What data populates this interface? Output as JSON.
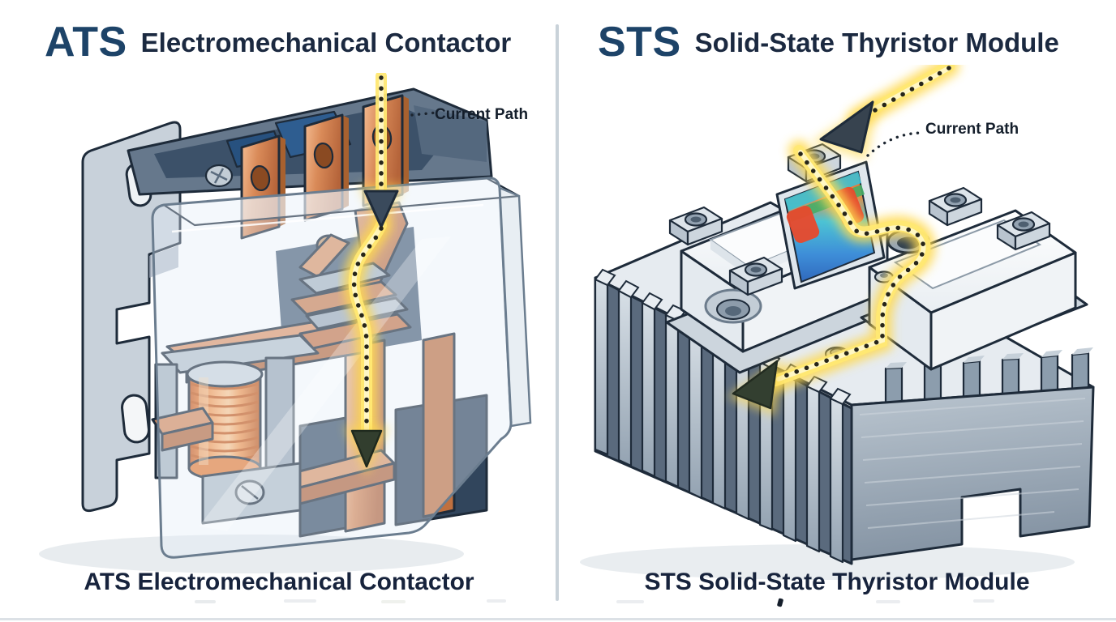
{
  "page": {
    "background": "#ffffff",
    "divider_color": "#c9d2d9",
    "bottom_rule_color": "#dce1e6"
  },
  "left_panel": {
    "heading_acronym": "ATS",
    "heading_title": "Electromechanical Contactor",
    "annotation_label": "Current Path",
    "caption": "ATS Electromechanical Contactor"
  },
  "right_panel": {
    "heading_acronym": "STS",
    "heading_title": "Solid-State Thyristor Module",
    "annotation_label": "Current Path",
    "caption": "STS Solid-State Thyristor Module"
  },
  "colors": {
    "heading_acronym": "#1d4368",
    "heading_title": "#1b2940",
    "caption_text": "#17233c",
    "annotation_text": "#141e2b",
    "outline_navy": "#1e2b3a",
    "current_path_glow": "#ffd94f",
    "current_path_dots": "#26251a",
    "arrowhead_dark": "#37434f",
    "copper": "#cd8052",
    "coil_orange": "#f08a4c",
    "housing_gray": "#c8d1da",
    "slate_blue_interior": "#3a506a",
    "steel_blue_block": "#2e5d90",
    "heatsink_gray": "#8fa0b0",
    "module_white": "#f7f9fa",
    "thermal_hot_red": "#ef5a36",
    "thermal_cool_blue": "#3e8ed8",
    "thermal_teal": "#3fc0d0",
    "thermal_green": "#46ad67"
  }
}
